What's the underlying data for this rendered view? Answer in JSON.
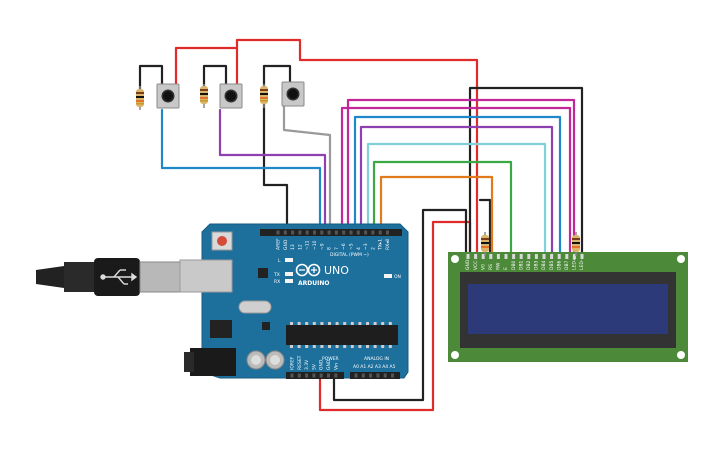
{
  "arduino": {
    "brand": "ARDUINO",
    "model": "UNO",
    "digital_label": "DIGITAL (PWM ~)",
    "power_label": "POWER",
    "analog_label": "ANALOG IN",
    "on_label": "ON",
    "l_label": "L",
    "tx_label": "TX",
    "rx_label": "RX",
    "digital_pins": [
      "AREF",
      "GND",
      "13",
      "12",
      "~11",
      "~10",
      "~9",
      "8",
      "7",
      "~6",
      "~5",
      "4",
      "~3",
      "2",
      "TX▸1",
      "RX◂0"
    ],
    "power_pins": [
      "IOREF",
      "RESET",
      "3.3V",
      "5V",
      "GND",
      "GND",
      "Vin"
    ],
    "analog_pins": [
      "A0",
      "A1",
      "A2",
      "A3",
      "A4",
      "A5"
    ]
  },
  "lcd": {
    "pins": [
      "GND",
      "VCC",
      "V0",
      "RS",
      "RW",
      "E",
      "DB0",
      "DB1",
      "DB2",
      "DB3",
      "DB4",
      "DB5",
      "DB6",
      "DB7",
      "LED+",
      "LED-"
    ]
  },
  "colors": {
    "board": "#1d6f9c",
    "board_dark": "#165b82",
    "lcd_pcb": "#4c8a3a",
    "lcd_screen": "#2c3a7a",
    "red": "#e02b2b",
    "black": "#222222",
    "blue": "#1e88c8",
    "purple": "#8e3fb0",
    "magenta": "#c2279a",
    "teal": "#1aa7b8",
    "cyan": "#7fd0d8",
    "green": "#3aa844",
    "orange": "#e07a1a",
    "gray": "#9a9a9a"
  }
}
